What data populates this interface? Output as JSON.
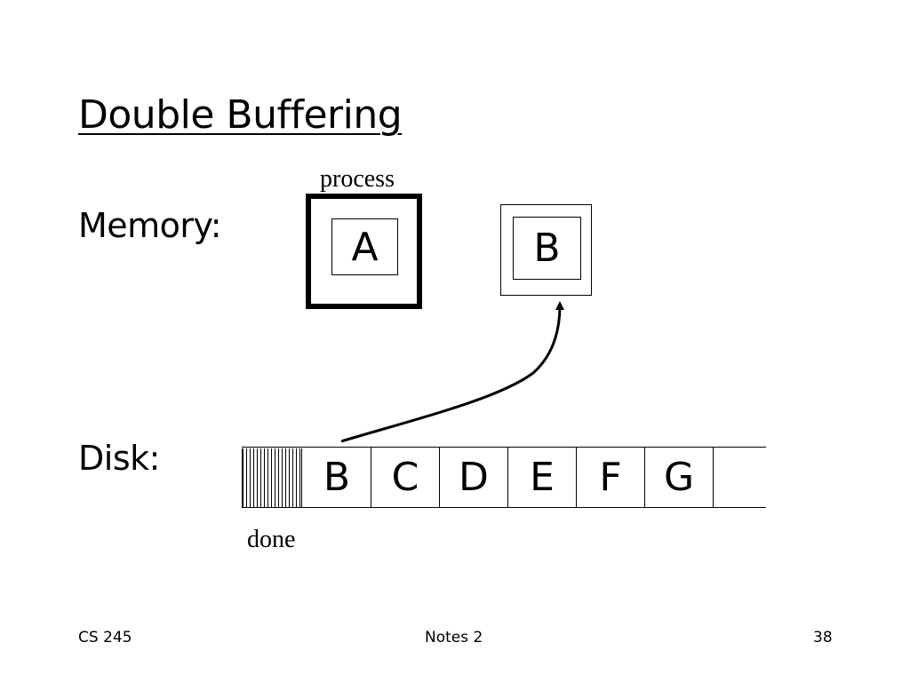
{
  "slide": {
    "title": "Double Buffering",
    "memory_label": "Memory:",
    "disk_label": "Disk:",
    "process_label": "process",
    "done_label": "done"
  },
  "buffers": {
    "a": {
      "label": "A",
      "state": "processing"
    },
    "b": {
      "label": "B",
      "state": "loading"
    }
  },
  "disk": {
    "blocks": [
      "B",
      "C",
      "D",
      "E",
      "F",
      "G",
      ""
    ]
  },
  "footer": {
    "course": "CS 245",
    "notes": "Notes 2",
    "page": "38"
  }
}
